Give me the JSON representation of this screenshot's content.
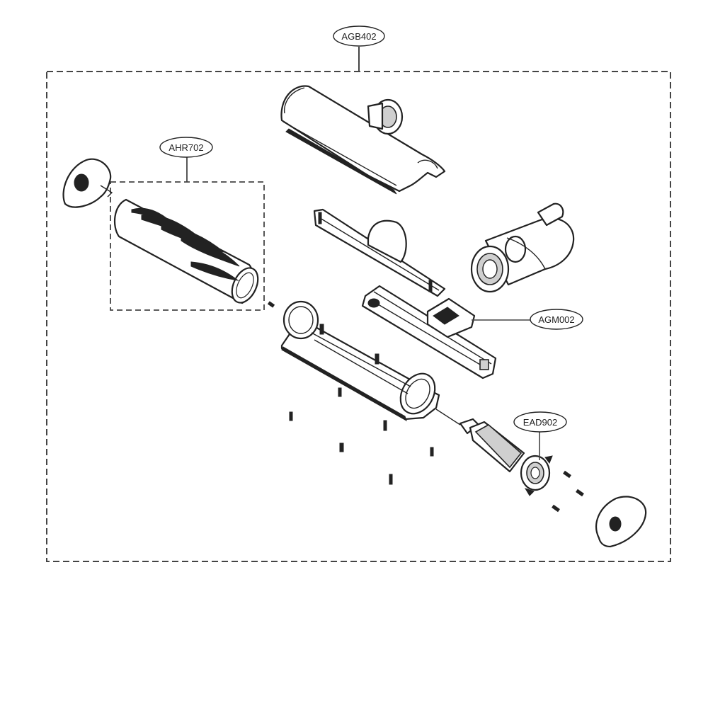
{
  "callouts": {
    "assembly": "AGB402",
    "agitator": "AHR702",
    "housing": "AGM002",
    "motor": "EAD902"
  },
  "colors": {
    "line": "#222222",
    "background": "#ffffff",
    "shade": "#cfcfcf"
  }
}
